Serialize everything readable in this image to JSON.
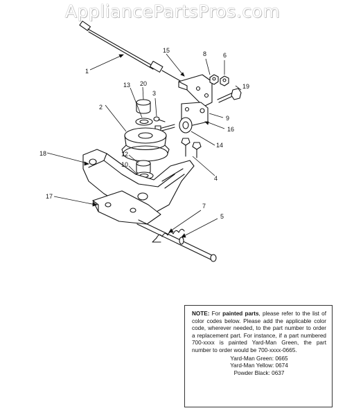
{
  "watermark": "AppliancePartsPros.com",
  "callouts": {
    "c1": "1",
    "c2": "2",
    "c3": "3",
    "c4": "4",
    "c5": "5",
    "c6": "6",
    "c7": "7",
    "c8": "8",
    "c9": "9",
    "c10": "10",
    "c12": "12",
    "c13": "13",
    "c14": "14",
    "c15": "15",
    "c16": "16",
    "c17": "17",
    "c18": "18",
    "c19": "19",
    "c20": "20"
  },
  "note": {
    "label": "NOTE:",
    "lead": " For ",
    "emphasis": "painted parts",
    "body": ", please refer to the list of color codes below. Please add the applicable color code, wherever needed, to the part number to order a replacement part. For instance, if a part numbered 700-xxxx is painted Yard-Man Green, the part number to order would be 700-xxxx-0665.",
    "codes": [
      "Yard-Man Green: 0665",
      "Yard-Man Yellow: 0674",
      "Powder Black: 0637"
    ]
  }
}
